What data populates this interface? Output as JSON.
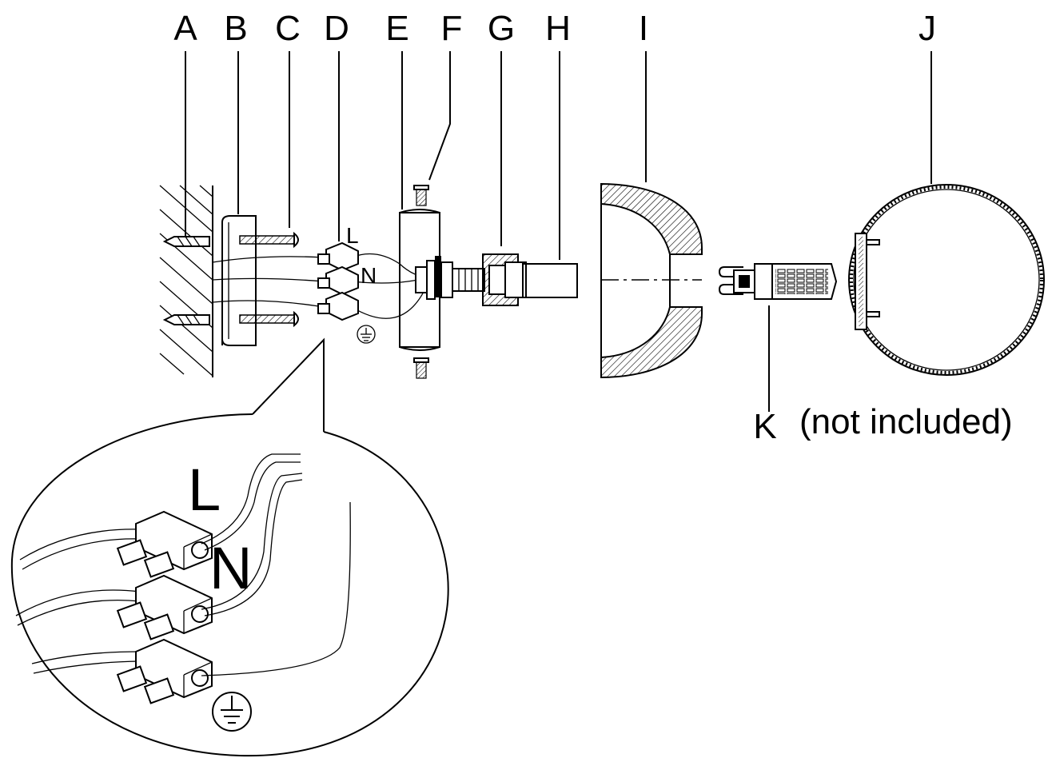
{
  "diagram": {
    "part_labels": {
      "A": "A",
      "B": "B",
      "C": "C",
      "D": "D",
      "E": "E",
      "F": "F",
      "G": "G",
      "H": "H",
      "I": "I",
      "J": "J",
      "K": "K"
    },
    "wire_labels": {
      "live": "L",
      "neutral": "N"
    },
    "note": "(not included)",
    "icons": [
      "earth-ground-icon",
      "earth-ground-icon-detail"
    ]
  }
}
